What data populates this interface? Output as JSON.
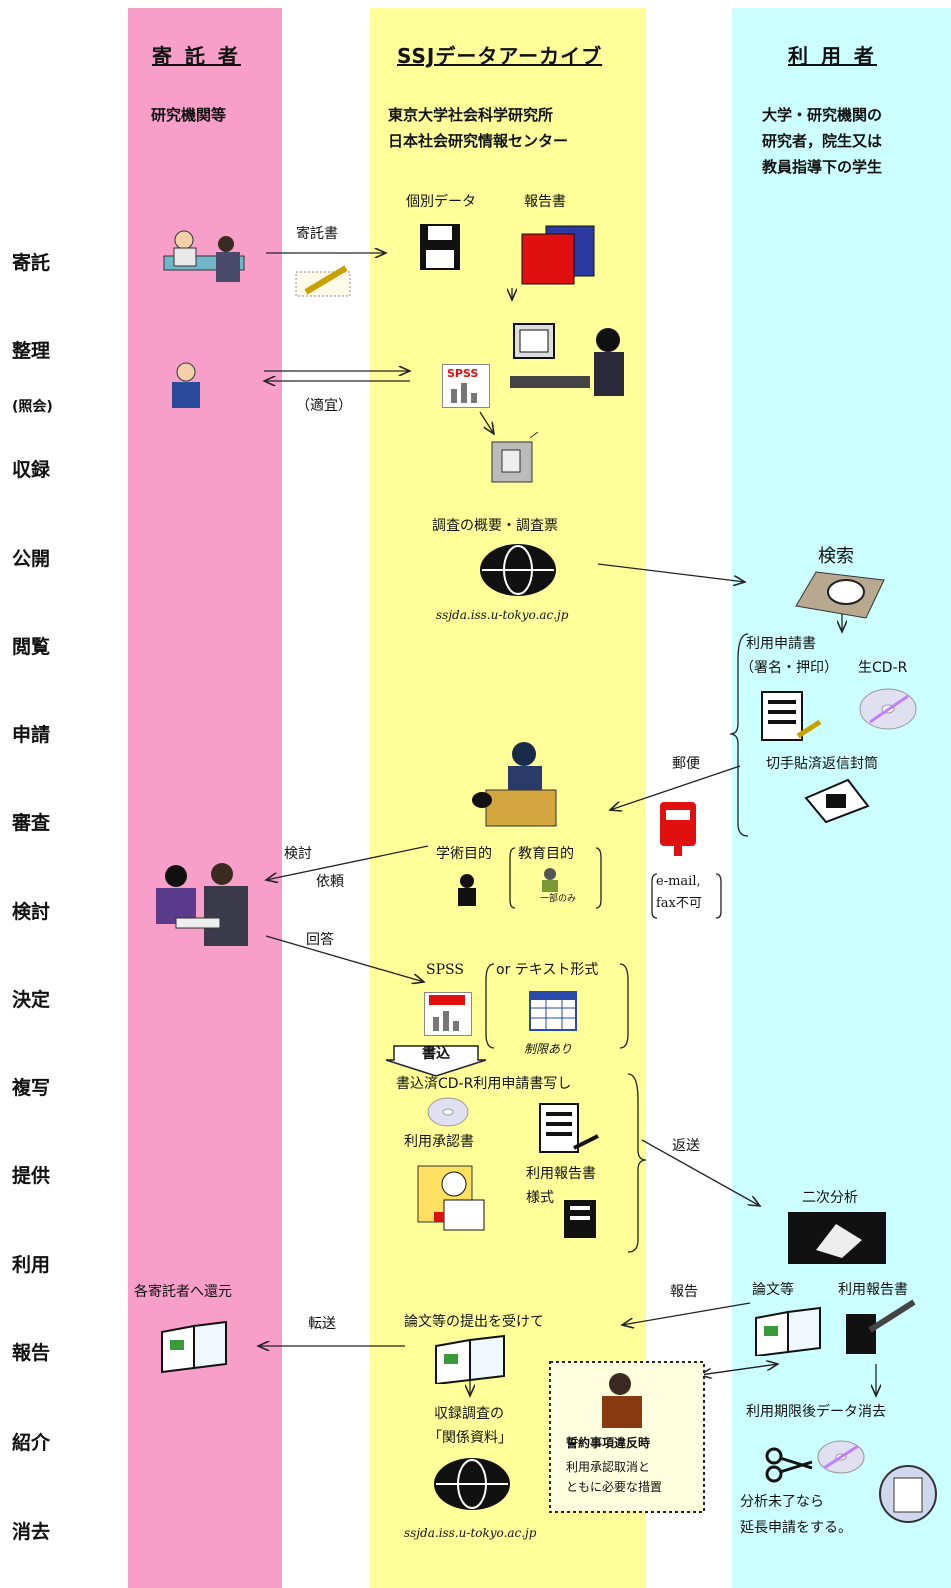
{
  "columns": {
    "depositor": {
      "title": "寄 託 者",
      "subtitle": "研究機関等"
    },
    "archive": {
      "title": "SSJデータアーカイブ",
      "subtitle_line1": "東京大学社会科学研究所",
      "subtitle_line2": "日本社会研究情報センター"
    },
    "user": {
      "title": "利 用 者",
      "subtitle_line1": "大学・研究機関の",
      "subtitle_line2": "研究者，院生又は",
      "subtitle_line3": "教員指導下の学生"
    }
  },
  "rows": [
    "寄託",
    "整理",
    "(照会)",
    "収録",
    "公開",
    "閲覧",
    "申請",
    "審査",
    "検討",
    "決定",
    "複写",
    "提供",
    "利用",
    "報告",
    "紹介",
    "消去"
  ],
  "labels": {
    "deposit_doc": "寄託書",
    "individual_data": "個別データ",
    "report_book": "報告書",
    "as_needed": "（適宜）",
    "survey_overview": "調査の概要・調査票",
    "url1": "ssjda.iss.u-tokyo.ac.jp",
    "search": "検索",
    "application_form": "利用申請書",
    "signature": "（署名・押印）",
    "blank_cdr": "生CD-R",
    "stamped_envelope": "切手貼済返信封筒",
    "mail": "郵便",
    "email_fax_1": "e-mail,",
    "email_fax_2": "fax不可",
    "academic_purpose": "学術目的",
    "education_purpose": "教育目的",
    "partial_only": "一部のみ",
    "review": "検討",
    "request": "依頼",
    "answer": "回答",
    "spss": "SPSS",
    "or_text": "or テキスト形式",
    "limited": "制限あり",
    "write": "書込",
    "written_cdr": "書込済CD-R利用申請書写し",
    "approval": "利用承認書",
    "report_form_1": "利用報告書",
    "report_form_2": "様式",
    "return": "返送",
    "secondary_analysis": "二次分析",
    "return_to_depositors": "各寄託者へ還元",
    "transfer": "転送",
    "report_label": "報告",
    "papers_received": "論文等の提出を受けて",
    "papers": "論文等",
    "usage_report": "利用報告書",
    "recorded_survey_1": "収録調査の",
    "recorded_survey_2": "「関係資料」",
    "violation_1": "誓約事項違反時",
    "violation_2": "利用承認取消と",
    "violation_3": "ともに必要な措置",
    "delete_after": "利用期限後データ消去",
    "extend_1": "分析未了なら",
    "extend_2": "延長申請をする。",
    "url2": "ssjda.iss.u-tokyo.ac.jp",
    "spss_icon": "SPSS"
  },
  "colors": {
    "depositor": "#f79fc8",
    "archive": "#ffff99",
    "user": "#ccffff"
  },
  "icons": [
    "meeting-icon",
    "pen-icon",
    "floppy-disk-icon",
    "folders-icon",
    "computer-worker-icon",
    "phone-person-icon",
    "spss-icon",
    "server-icon",
    "globe-icon",
    "hand-mouse-icon",
    "document-icon",
    "cd-icon",
    "envelope-icon",
    "mailbox-icon",
    "desk-worker-icon",
    "figure-icon",
    "discussion-icon",
    "spreadsheet-icon",
    "book-icon",
    "certificate-icon",
    "form-icon",
    "secondary-analysis-icon",
    "writer-icon",
    "thinker-icon",
    "scissors-icon",
    "trash-icon"
  ]
}
